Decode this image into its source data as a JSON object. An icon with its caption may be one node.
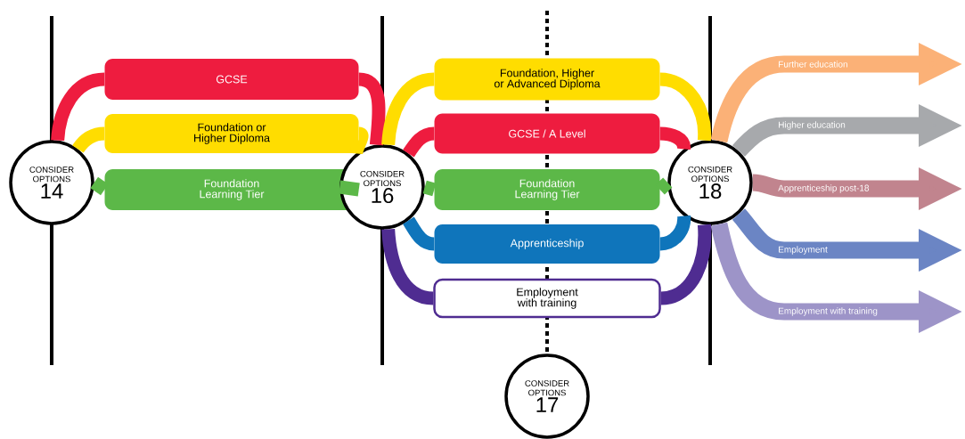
{
  "diagram": {
    "nodes": [
      {
        "text": [
          "CONSIDER OPTIONS",
          "14"
        ]
      },
      {
        "text": [
          "GCSE"
        ]
      },
      {
        "text": [
          "Foundation or Higher Diploma"
        ]
      },
      {
        "text": [
          "Foundation Learning Tier"
        ]
      },
      {
        "text": [
          "CONSIDER OPTIONS",
          "16"
        ]
      },
      {
        "text": [
          "Foundation, Higher or Advanced Diploma"
        ]
      },
      {
        "text": [
          "GCSE / A Level"
        ]
      },
      {
        "text": [
          "Foundation Learning Tier"
        ]
      },
      {
        "text": [
          "Apprenticeship"
        ]
      },
      {
        "text": [
          "Employment with training"
        ]
      },
      {
        "text": [
          "CONSIDER OPTIONS",
          "18"
        ]
      },
      {
        "text": [
          "CONSIDER OPTIONS",
          "17"
        ]
      }
    ],
    "edges": [
      {
        "from": 0,
        "to": 1,
        "arrow": "none",
        "color": "#ee1c3f"
      },
      {
        "from": 1,
        "to": 4,
        "arrow": "none",
        "color": "#ee1c3f"
      },
      {
        "from": 0,
        "to": 2,
        "arrow": "none",
        "color": "#ffdd00"
      },
      {
        "from": 2,
        "to": 4,
        "arrow": "none",
        "color": "#ffdd00"
      },
      {
        "from": 0,
        "to": 3,
        "arrow": "none",
        "color": "#5cb848"
      },
      {
        "from": 3,
        "to": 4,
        "arrow": "none",
        "color": "#5cb848"
      },
      {
        "from": 4,
        "to": 5,
        "arrow": "none",
        "color": "#ffdd00"
      },
      {
        "from": 5,
        "to": 10,
        "arrow": "none",
        "color": "#ffdd00"
      },
      {
        "from": 4,
        "to": 6,
        "arrow": "none",
        "color": "#ee1c3f"
      },
      {
        "from": 6,
        "to": 10,
        "arrow": "none",
        "color": "#ee1c3f"
      },
      {
        "from": 4,
        "to": 7,
        "arrow": "none",
        "color": "#5cb848"
      },
      {
        "from": 7,
        "to": 10,
        "arrow": "none",
        "color": "#5cb848"
      },
      {
        "from": 4,
        "to": 8,
        "arrow": "none",
        "color": "#0f75bb"
      },
      {
        "from": 8,
        "to": 10,
        "arrow": "none",
        "color": "#0f75bb"
      },
      {
        "from": 4,
        "to": 9,
        "arrow": "none",
        "color": "#4f2c91"
      },
      {
        "from": 9,
        "to": 10,
        "arrow": "none",
        "color": "#4f2c91"
      },
      {
        "from": 10,
        "to": null,
        "arrow": "to",
        "label": "Further education",
        "color": "#fbb177"
      },
      {
        "from": 10,
        "to": null,
        "arrow": "to",
        "label": "Higher education",
        "color": "#a7a9ac"
      },
      {
        "from": 10,
        "to": null,
        "arrow": "to",
        "label": "Apprenticeship post-18",
        "color": "#c1848e"
      },
      {
        "from": 10,
        "to": null,
        "arrow": "to",
        "label": "Employment",
        "color": "#6b85c4"
      },
      {
        "from": 10,
        "to": null,
        "arrow": "to",
        "label": "Employment with training",
        "color": "#9d94c8"
      }
    ]
  }
}
